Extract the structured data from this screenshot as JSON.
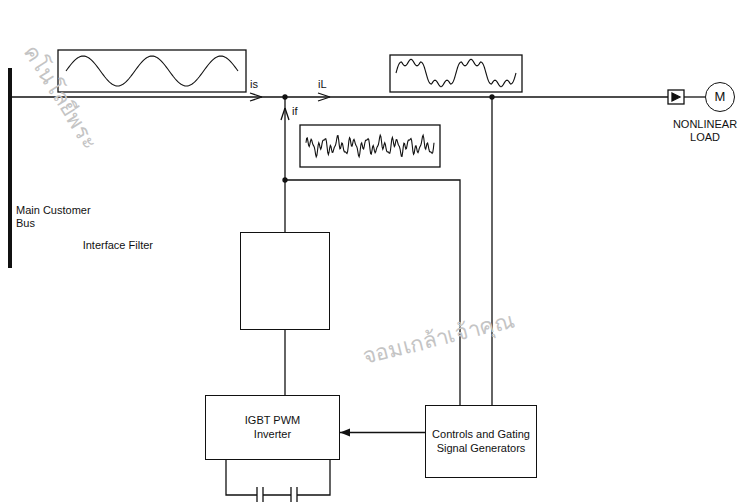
{
  "diagram": {
    "nodes": [
      {
        "text": [
          "M"
        ]
      },
      {
        "text": [
          "Interface Filter"
        ]
      },
      {
        "text": [
          "IGBT PWM Inverter"
        ]
      },
      {
        "text": [
          "Controls and Gating Signal Generators"
        ]
      }
    ],
    "edges": [
      {
        "from": 1,
        "to": 2,
        "arrow": "none"
      },
      {
        "from": 3,
        "to": 2,
        "arrow": "to"
      }
    ],
    "labels": [
      "Main Customer Bus",
      "is",
      "iL",
      "if",
      "NONLINEAR LOAD",
      "คโนโลยีพระ",
      "จอมเกล้าเจ้าคุณ"
    ]
  }
}
